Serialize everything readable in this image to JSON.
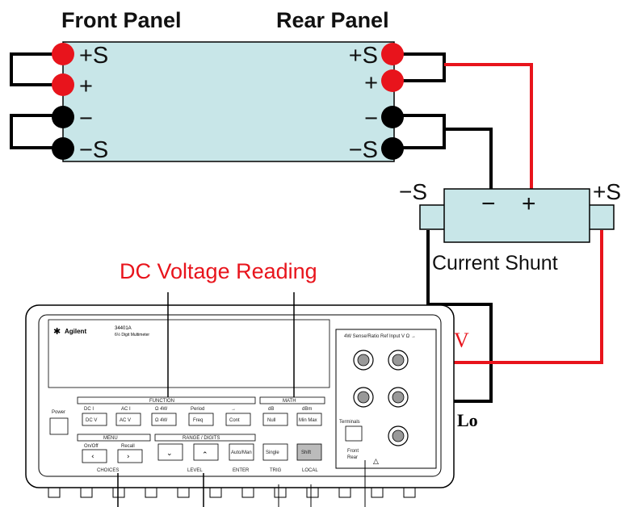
{
  "supply": {
    "front_title": "Front Panel",
    "rear_title": "Rear Panel",
    "front_terminals": [
      "+S",
      "+",
      "−",
      "−S"
    ],
    "rear_terminals": [
      "+S",
      "+",
      "−",
      "−S"
    ]
  },
  "shunt": {
    "label": "Current Shunt",
    "minus_sense": "−S",
    "plus_sense": "+S",
    "minus": "−",
    "plus": "+"
  },
  "meter": {
    "reading_caption": "DC Voltage Reading",
    "v_label": "V",
    "lo_label": "Lo",
    "brand": "Agilent",
    "model": "34401A",
    "model_desc": "6½ Digit Multimeter",
    "groups": {
      "function": "FUNCTION",
      "math": "MATH",
      "range": "RANGE / DIGITS",
      "menu": "MENU"
    },
    "buttons": {
      "dcv": "DC V",
      "acv": "AC V",
      "ohm": "Ω 4W",
      "freq": "Freq",
      "cont": "Cont",
      "null": "Null",
      "minmax": "Min Max",
      "power": "Power",
      "onoff": "On/Off",
      "recall": "Recall",
      "auto": "Auto/Man",
      "single": "Single",
      "shift": "Shift",
      "terminals": "Terminals"
    },
    "top_labels": {
      "dci": "DC I",
      "aci": "AC I",
      "ohm2": "Ω 4W",
      "period": "Period",
      "dio": "→",
      "db": "dB",
      "dbm": "dBm"
    },
    "bottom_labels": {
      "choices": "CHOICES",
      "level": "LEVEL",
      "enter": "ENTER",
      "trig": "TRIG",
      "local": "LOCAL"
    },
    "side": {
      "sense": "4W Sense/Ratio Ref",
      "input": "Input V Ω →",
      "front": "Front",
      "rear": "Rear"
    }
  },
  "colors": {
    "panel_fill": "#c8e6e8",
    "red": "#e8141c",
    "black": "#000000",
    "wire_red": "#e8141c"
  }
}
